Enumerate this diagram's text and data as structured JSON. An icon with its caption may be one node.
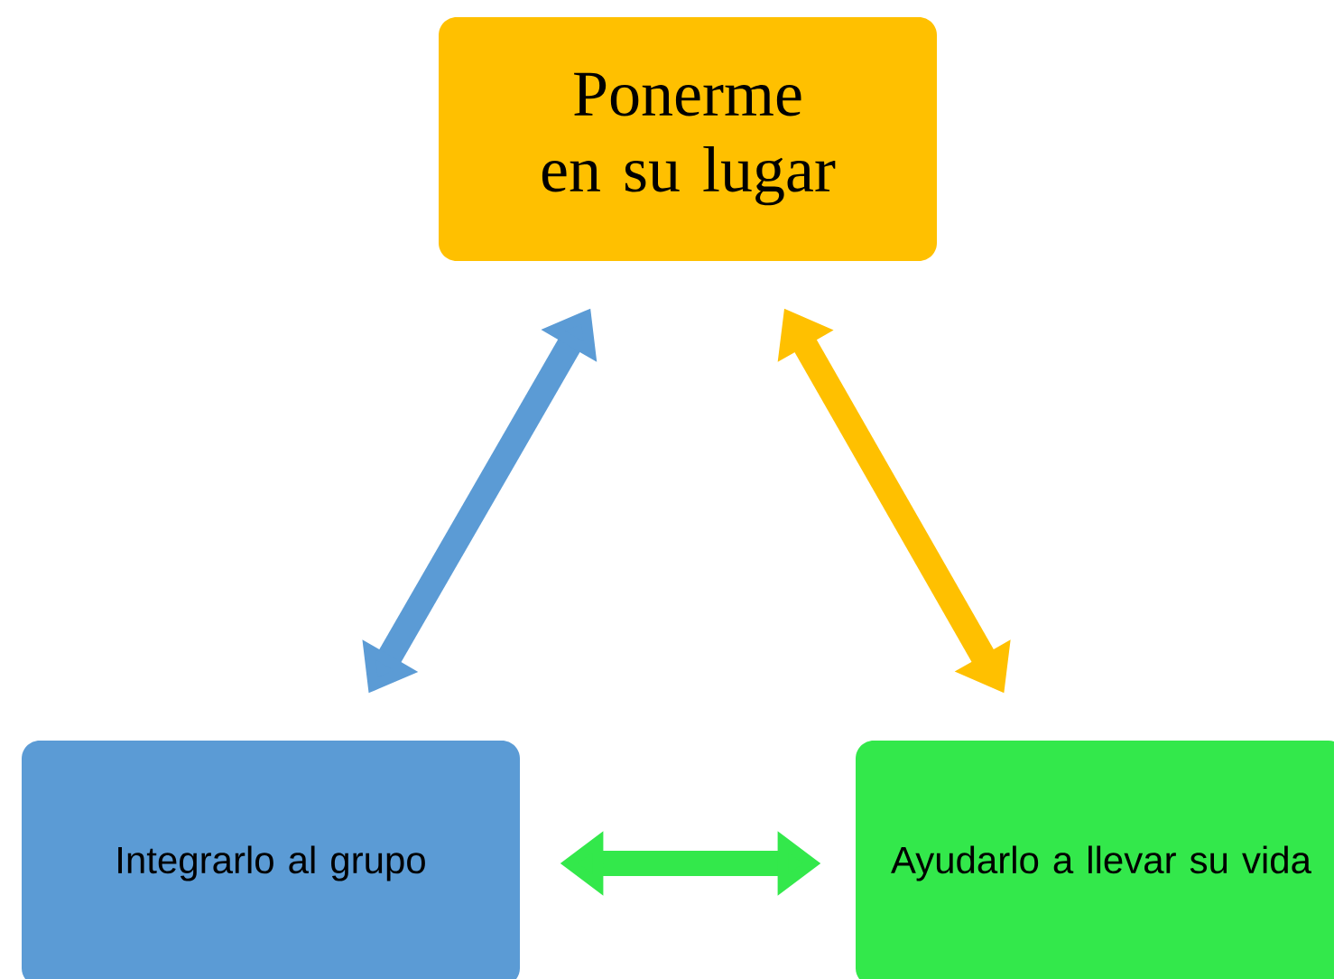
{
  "diagram": {
    "nodes": [
      {
        "text": [
          "Ponerme en su lugar"
        ]
      },
      {
        "text": [
          "Integrarlo al grupo"
        ]
      },
      {
        "text": [
          "Ayudarlo a llevar su vida"
        ]
      }
    ],
    "edges": [
      {
        "from": 0,
        "to": 1,
        "arrow": "both",
        "color": "#5b9bd5"
      },
      {
        "from": 0,
        "to": 2,
        "arrow": "both",
        "color": "#ffc000"
      },
      {
        "from": 1,
        "to": 2,
        "arrow": "both",
        "color": "#33e84b"
      }
    ]
  }
}
